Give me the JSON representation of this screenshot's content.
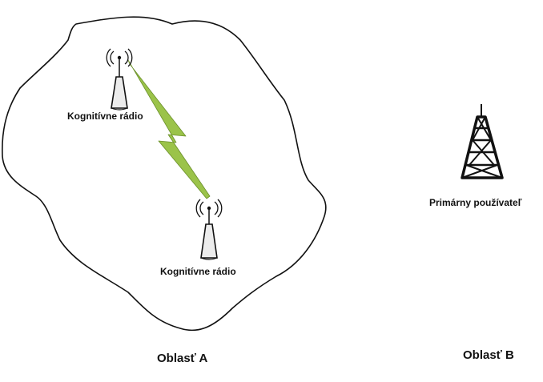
{
  "diagram": {
    "cr_top_label": "Kognitívne rádio",
    "cr_bottom_label": "Kognitívne rádio",
    "primary_user_label": "Primárny používateľ",
    "area_a_label": "Oblasť A",
    "area_b_label": "Oblasť B"
  },
  "colors": {
    "outline": "#111111",
    "link_fill": "#9bc34a",
    "link_stroke": "#6a8f2a",
    "antenna_body": "#ececec"
  },
  "icons": {
    "radio": "antenna-icon",
    "tower": "transmission-tower-icon",
    "link": "lightning-link-icon"
  }
}
